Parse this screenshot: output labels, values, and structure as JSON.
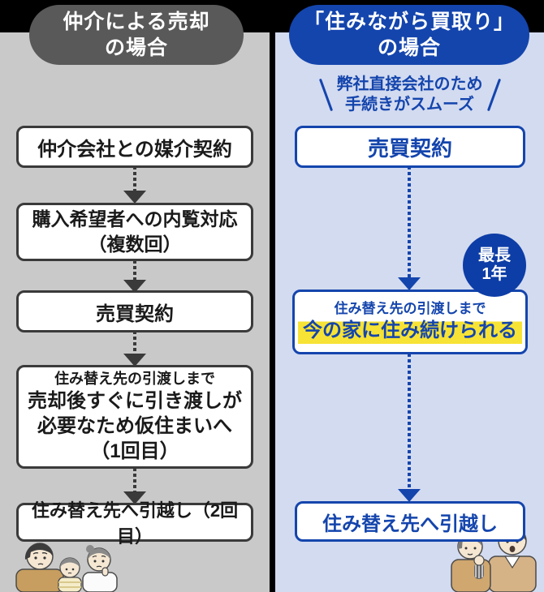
{
  "left_column": {
    "header": {
      "line1": "仲介による売却",
      "line2": "の場合"
    },
    "step1": "仲介会社との媒介契約",
    "step2_line1": "購入希望者への内覧対応",
    "step2_line2": "（複数回）",
    "step3": "売買契約",
    "step4_small": "住み替え先の引渡しまで",
    "step4_line1": "売却後すぐに引き渡しが",
    "step4_line2": "必要なため仮住まいへ",
    "step4_line3": "（1回目）",
    "step5": "住み替え先へ引越し（2回目）"
  },
  "right_column": {
    "header": {
      "line1": "「住みながら買取り」",
      "line2": "の場合"
    },
    "note_line1": "弊社直接会社のため",
    "note_line2": "手続きがスムーズ",
    "step1": "売買契約",
    "badge_line1": "最長",
    "badge_line2": "1年",
    "step2_small": "住み替え先の引渡しまで",
    "step2_highlight": "今の家に住み続けられる",
    "step3": "住み替え先へ引越し"
  },
  "colors": {
    "page_background": "#000000",
    "left_bg": "#c9c9c9",
    "left_header_bg": "#595959",
    "dark_border": "#3a3a3a",
    "blue": "#1445ad",
    "badge_blue": "#0d3da6",
    "right_bg": "#d3dbf0",
    "highlight_yellow": "#f7e335"
  },
  "illustrations": {
    "left": "worried-family",
    "right": "happy-senior-couple"
  }
}
